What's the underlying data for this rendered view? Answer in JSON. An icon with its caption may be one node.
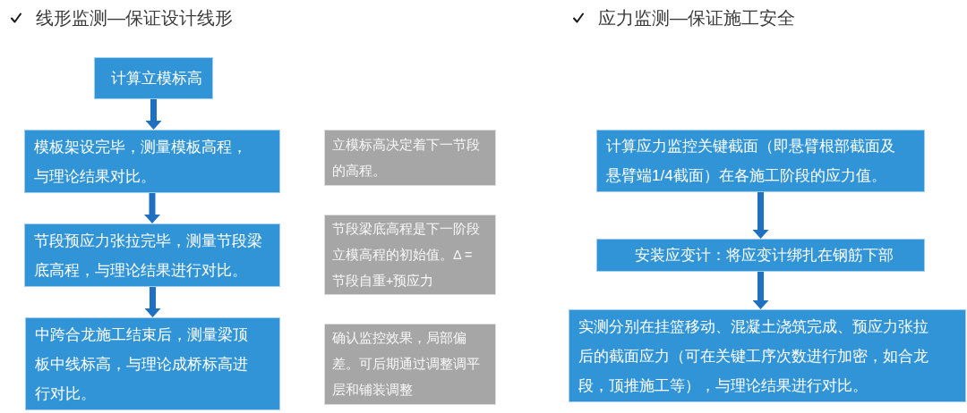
{
  "diagram": {
    "nodes": [
      {
        "text": [
          "计算立模标高"
        ]
      },
      {
        "text": [
          "模板架设完毕，测量模板高程，与理论结果对比。"
        ]
      },
      {
        "text": [
          "节段预应力张拉完毕，测量节段梁底高程，与理论结果进行对比。"
        ]
      },
      {
        "text": [
          "中跨合龙施工结束后，测量梁顶板中线标高，与理论成桥标高进行对比。"
        ]
      },
      {
        "text": [
          "立模标高决定着下一节段的高程。"
        ]
      },
      {
        "text": [
          "节段梁底高程是下一阶段立模高程的初始值。Δ =节段自重+预应力"
        ]
      },
      {
        "text": [
          "确认监控效果，局部偏差。可后期通过调整调平层和铺装调整"
        ]
      },
      {
        "text": [
          "计算应力监控关键截面（即悬臂根部截面及悬臂端1/4截面）在各施工阶段的应力值。"
        ]
      },
      {
        "text": [
          "安装应变计：将应变计绑扎在钢筋下部"
        ]
      },
      {
        "text": [
          "实测分别在挂篮移动、混凝土浇筑完成、预应力张拉后的截面应力（可在关键工序次数进行加密，如合龙段，顶推施工等），与理论结果进行对比。"
        ]
      }
    ],
    "edges": [
      {
        "from": 0,
        "to": 1,
        "arrow": "to"
      },
      {
        "from": 1,
        "to": 2,
        "arrow": "to"
      },
      {
        "from": 2,
        "to": 3,
        "arrow": "to"
      },
      {
        "from": 7,
        "to": 8,
        "arrow": "to"
      },
      {
        "from": 8,
        "to": 9,
        "arrow": "to"
      }
    ],
    "labels": [
      "线形监测—保证设计线形",
      "应力监测—保证施工安全"
    ]
  }
}
